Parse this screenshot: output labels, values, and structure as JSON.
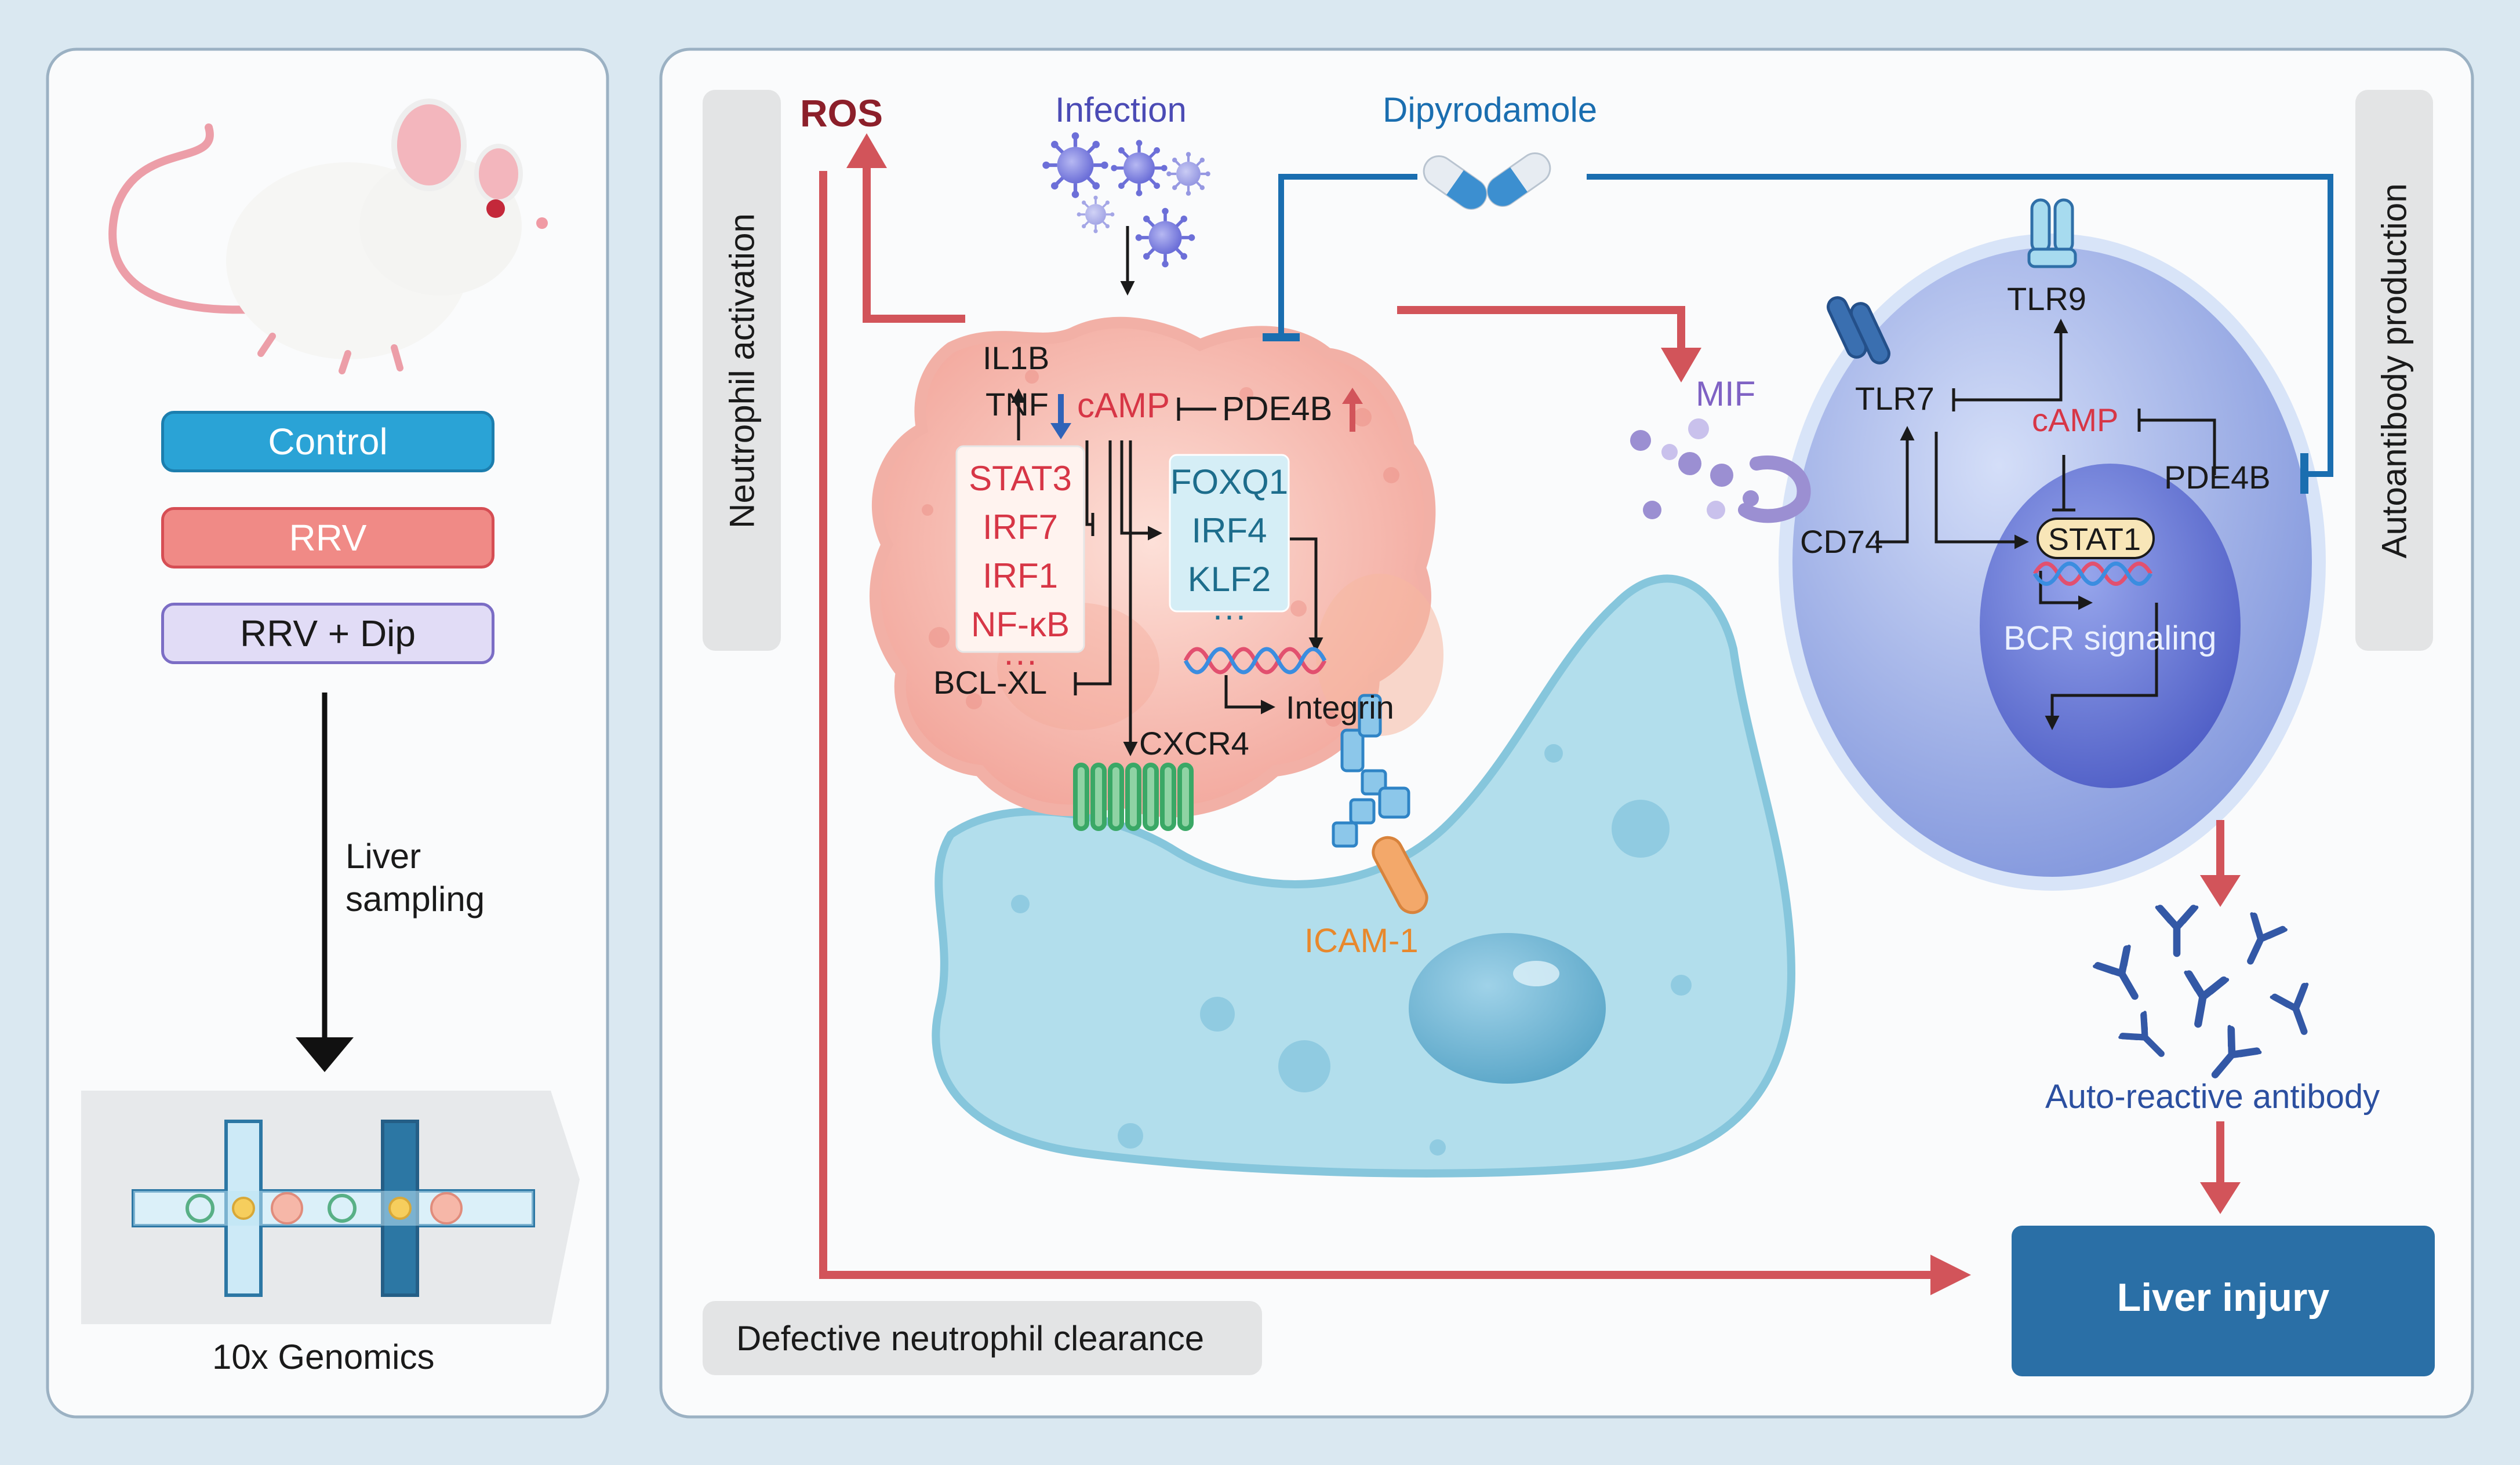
{
  "left_panel": {
    "groups": [
      "Control",
      "RRV",
      "RRV + Dip"
    ],
    "sampling_label": [
      "Liver",
      "sampling"
    ],
    "platform_label": "10x Genomics"
  },
  "side_labels": {
    "left": "Neutrophil activation",
    "right": "Autoantibody production"
  },
  "labels": {
    "ros": "ROS",
    "infection": "Infection",
    "dipyrodamole": "Dipyrodamole",
    "il1b": "IL1B",
    "tnf": "TNF",
    "camp_neutrophil": "cAMP",
    "pde4b_neutrophil": "PDE4B",
    "mif": "MIF",
    "bcl_xl": "BCL-XL",
    "integrin": "Integrin",
    "cxcr4": "CXCR4",
    "icam1": "ICAM-1",
    "tlr9": "TLR9",
    "tlr7": "TLR7",
    "camp_bcell": "cAMP",
    "pde4b_bcell": "PDE4B",
    "cd74": "CD74",
    "stat1": "STAT1",
    "bcr_signaling": "BCR signaling",
    "auto_reactive_antibody": "Auto-reactive antibody",
    "liver_injury": "Liver injury",
    "defective_clearance": "Defective neutrophil clearance"
  },
  "downregulated_genes": [
    "STAT3",
    "IRF7",
    "IRF1",
    "NF-κB",
    "···"
  ],
  "upregulated_genes": [
    "FOXQ1",
    "IRF4",
    "KLF2",
    "···"
  ],
  "colors": {
    "control": "#2aa3d6",
    "rrv": "#f08a86",
    "rrv_dip": "#e1dcf6",
    "red_arrow": "#d2545a",
    "blue_arrow": "#1a6eb0",
    "liver_injury": "#2a6fa6",
    "antibody": "#3358a6"
  },
  "icons": {
    "mouse": "mouse-illustration",
    "virus": "virus-icon",
    "capsule": "capsule-icon",
    "antibody": "antibody-icon",
    "dna": "dna-helix-icon",
    "receptor": "receptor-icon"
  }
}
